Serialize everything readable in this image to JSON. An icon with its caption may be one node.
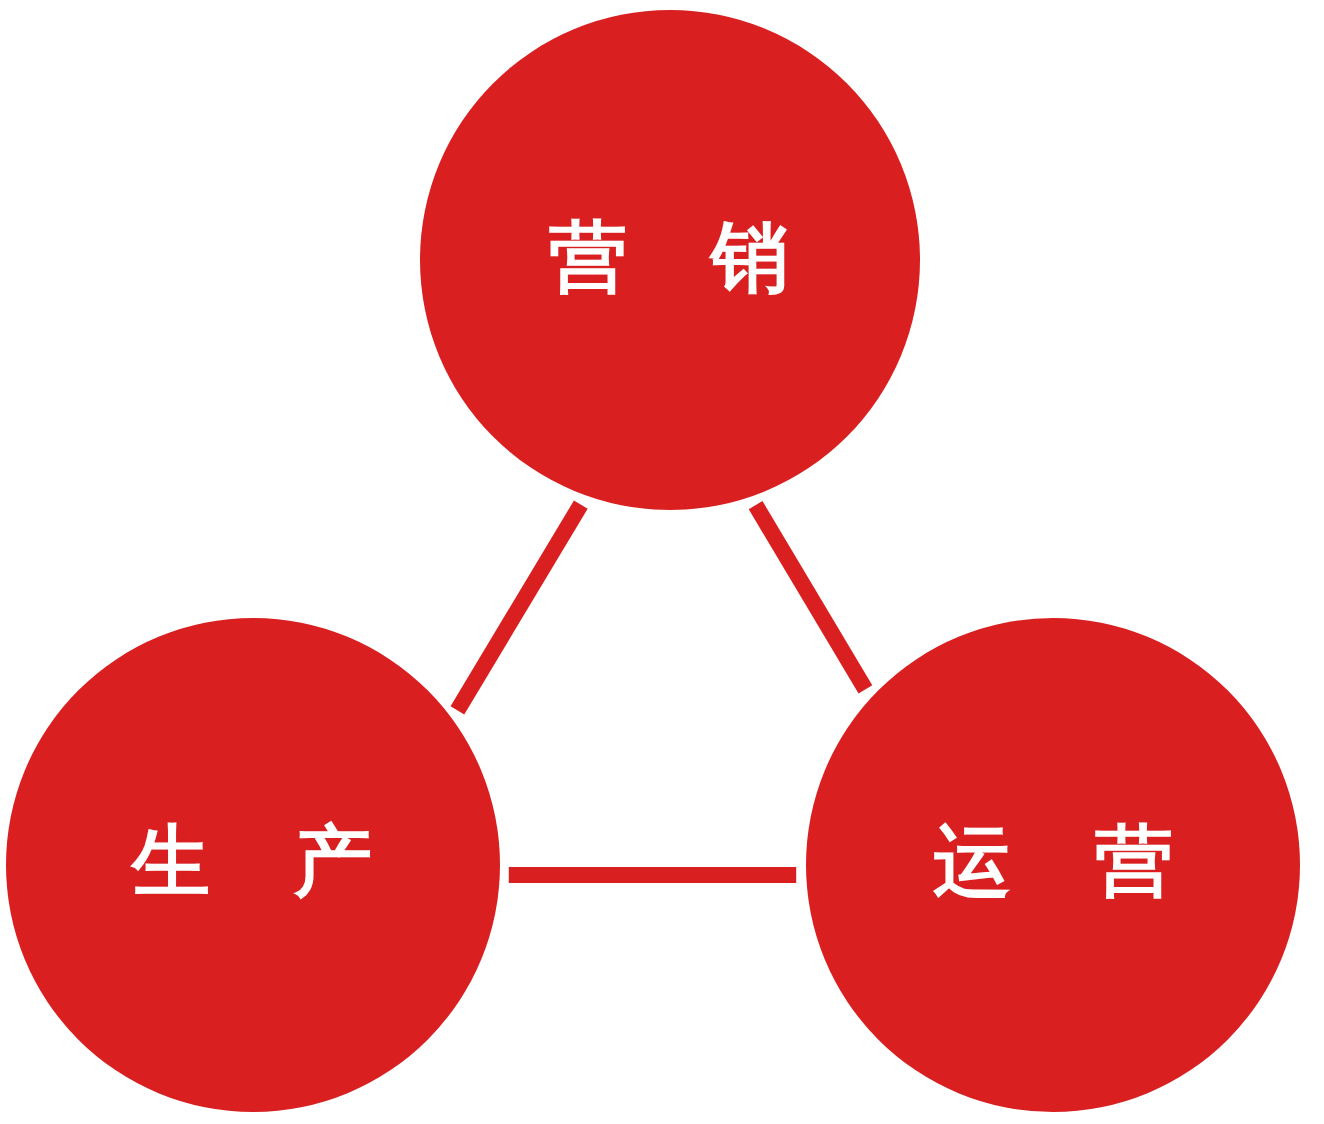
{
  "diagram": {
    "nodes": [
      {
        "text": [
          "营销"
        ]
      },
      {
        "text": [
          "生产"
        ]
      },
      {
        "text": [
          "运营"
        ]
      }
    ],
    "edges": [
      {
        "from": 0,
        "to": 1,
        "arrow": "none"
      },
      {
        "from": 0,
        "to": 2,
        "arrow": "none"
      },
      {
        "from": 1,
        "to": 2,
        "arrow": "none"
      }
    ]
  }
}
